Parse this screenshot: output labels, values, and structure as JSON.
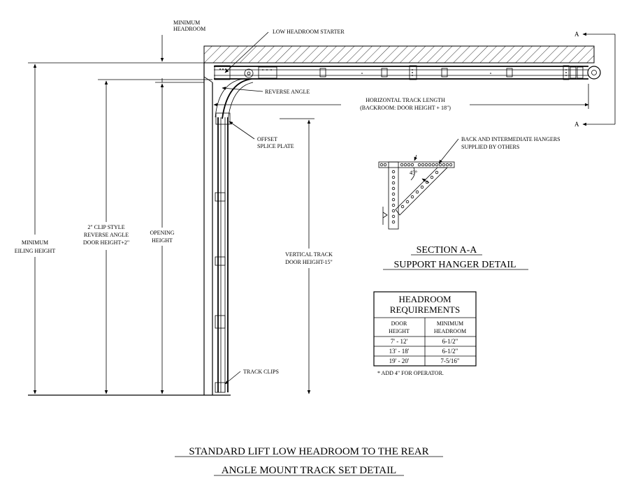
{
  "labels": {
    "min_headroom": [
      "MINIMUM",
      "HEADROOM"
    ],
    "low_headroom_starter": "LOW HEADROOM STARTER",
    "reverse_angle": "REVERSE ANGLE",
    "horizontal_track": [
      "HORIZONTAL TRACK LENGTH",
      "(BACKROOM: DOOR HEIGHT + 18\")"
    ],
    "offset_splice": [
      "OFFSET",
      "SPLICE PLATE"
    ],
    "min_ceiling": [
      "MINIMUM",
      "EILING HEIGHT"
    ],
    "clip_style": [
      "2\" CLIP STYLE",
      "REVERSE ANGLE",
      "DOOR HEIGHT+2\""
    ],
    "opening_height": [
      "OPENING",
      "HEIGHT"
    ],
    "vertical_track": [
      "VERTICAL TRACK",
      "DOOR HEIGHT-15\""
    ],
    "track_clips": "TRACK CLIPS",
    "section_marker": "A",
    "hangers": [
      "BACK AND INTERMEDIATE HANGERS",
      "SUPPLIED BY OTHERS"
    ],
    "angle": "45°"
  },
  "section": {
    "title": "SECTION A-A",
    "subtitle": "SUPPORT HANGER DETAIL"
  },
  "table": {
    "title": [
      "HEADROOM",
      "REQUIREMENTS"
    ],
    "col1": [
      "DOOR",
      "HEIGHT"
    ],
    "col2": [
      "MINIMUM",
      "HEADROOM"
    ],
    "rows": [
      [
        "7' - 12'",
        "6-1/2\""
      ],
      [
        "13' - 18'",
        "6-1/2\""
      ],
      [
        "19' - 20'",
        "7-5/16\""
      ]
    ],
    "note": "* ADD 4\" FOR OPERATOR."
  },
  "titles": {
    "line1": "STANDARD LIFT LOW HEADROOM TO THE REAR",
    "line2": "ANGLE MOUNT TRACK SET DETAIL"
  }
}
